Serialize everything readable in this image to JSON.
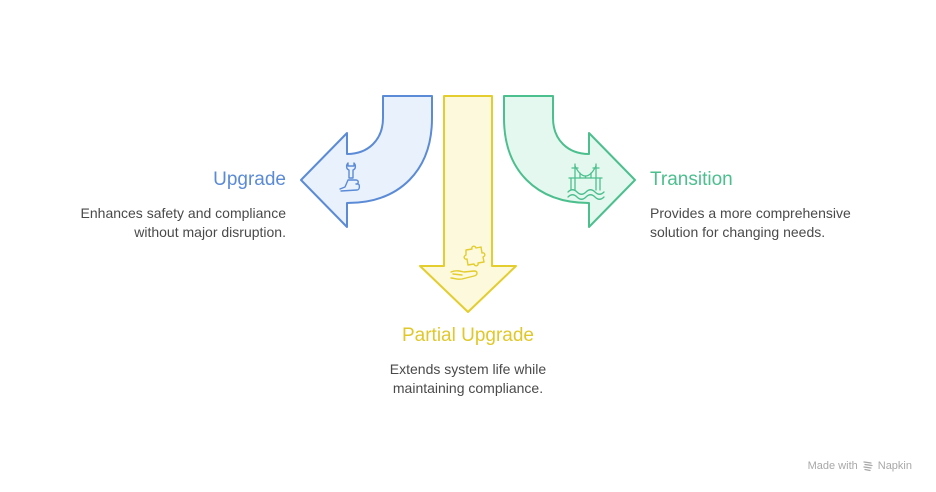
{
  "colors": {
    "upgrade": {
      "stroke": "#5b8bd6",
      "fill": "#e9f1fd",
      "text": "#5b8bd6"
    },
    "partial_upgrade": {
      "stroke": "#e3cd2f",
      "fill": "#fdf9dc",
      "text": "#e0c82a"
    },
    "transition": {
      "stroke": "#4cbf8e",
      "fill": "#e5f8ef",
      "text": "#4cbf8e"
    },
    "description_text": "#4a4a4a",
    "footer_text": "#a8a8a8"
  },
  "options": [
    {
      "id": "upgrade",
      "title": "Upgrade",
      "description_lines": [
        "Enhances safety and compliance",
        "without major disruption."
      ],
      "icon": "wrench-thumbs-up-icon",
      "direction": "left"
    },
    {
      "id": "partial_upgrade",
      "title": "Partial Upgrade",
      "description_lines": [
        "Extends system life while",
        "maintaining compliance."
      ],
      "icon": "hand-puzzle-piece-icon",
      "direction": "down"
    },
    {
      "id": "transition",
      "title": "Transition",
      "description_lines": [
        "Provides a more comprehensive",
        "solution for changing needs."
      ],
      "icon": "bridge-icon",
      "direction": "right"
    }
  ],
  "footer": {
    "made_with": "Made with",
    "brand": "Napkin"
  }
}
